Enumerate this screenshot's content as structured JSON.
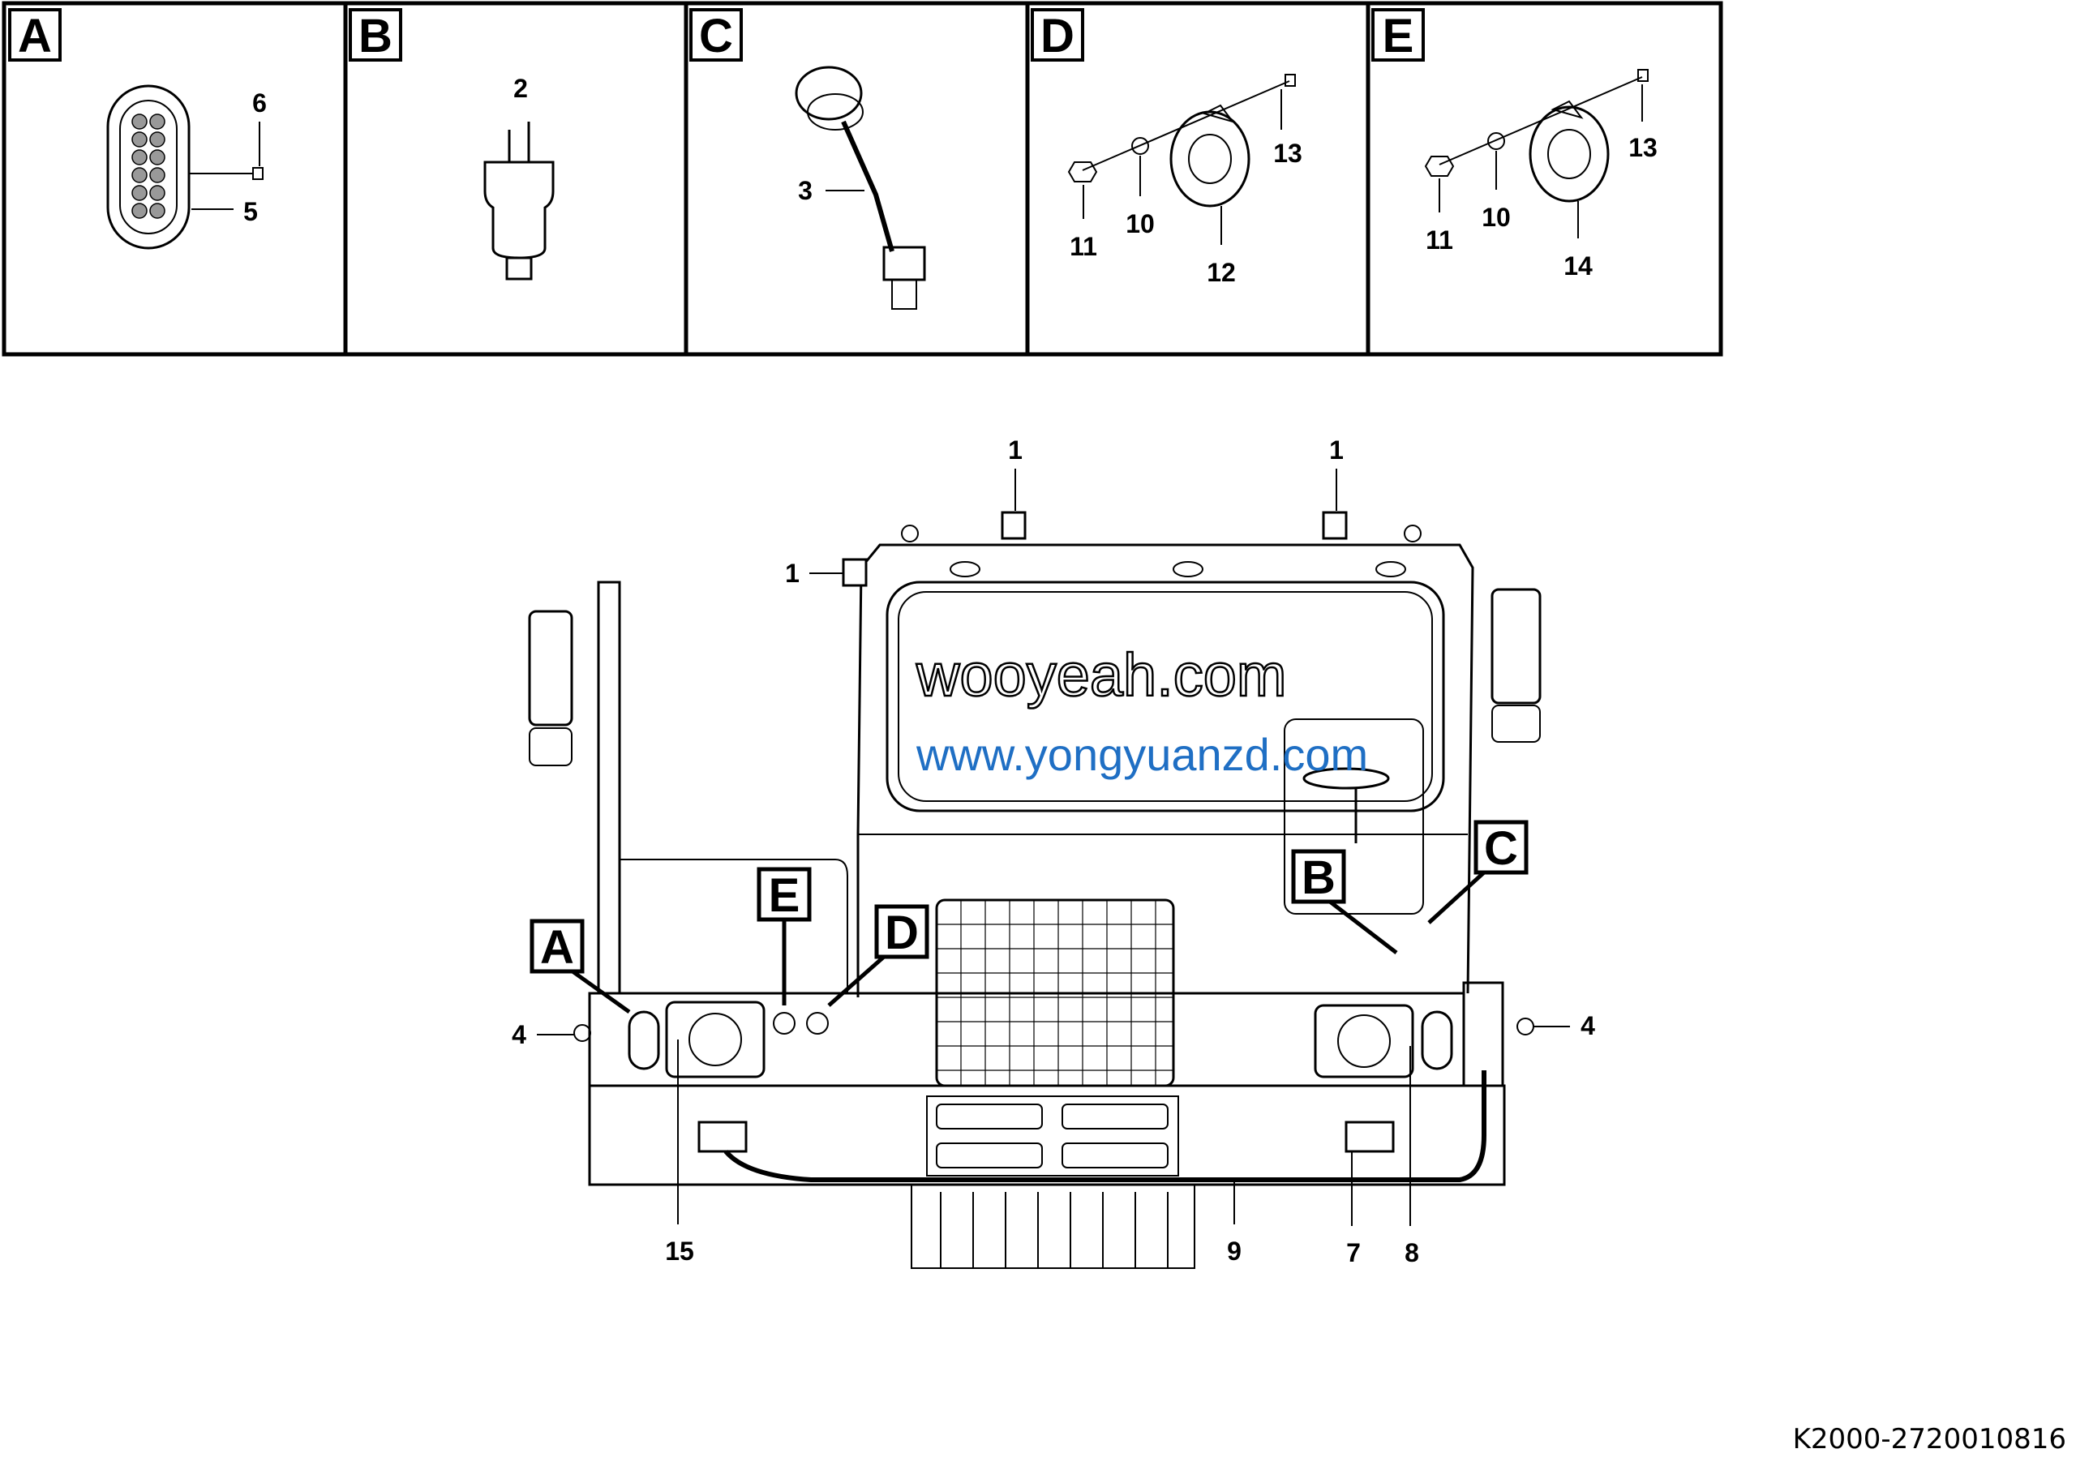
{
  "panels": [
    {
      "letter": "A",
      "callouts": [
        "6",
        "5"
      ]
    },
    {
      "letter": "B",
      "callouts": [
        "2"
      ]
    },
    {
      "letter": "C",
      "callouts": [
        "3"
      ]
    },
    {
      "letter": "D",
      "callouts": [
        "13",
        "11",
        "10",
        "12"
      ]
    },
    {
      "letter": "E",
      "callouts": [
        "13",
        "11",
        "10",
        "14"
      ]
    }
  ],
  "main": {
    "callouts": {
      "work_light_left": "1",
      "work_light_right": "1",
      "work_light_side": "1",
      "marker_left": "4",
      "marker_right": "4",
      "lamp_left": "15",
      "harness": "9",
      "fog_right": "7",
      "lamp_right": "8"
    },
    "detail_refs": {
      "a": "A",
      "b": "B",
      "c": "C",
      "d": "D",
      "e": "E"
    }
  },
  "watermark": {
    "outline": "wooyeah.com",
    "overlay": "www.yongyuanzd.com"
  },
  "figure_code": "K2000-2720010816",
  "colors": {
    "watermark_blue": "#1f6fc4"
  }
}
